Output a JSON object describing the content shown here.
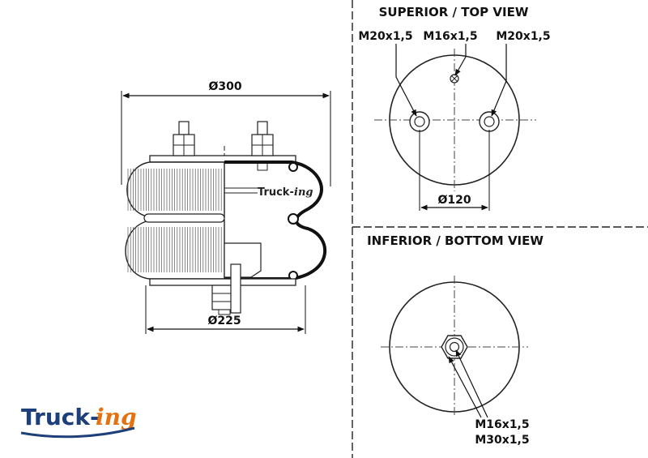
{
  "top_view": {
    "title": "SUPERIOR / TOP VIEW",
    "left_thread": "M20x1,5",
    "center_thread": "M16x1,5",
    "right_thread": "M20x1,5",
    "bolt_spacing": "Ø120"
  },
  "bottom_view": {
    "title": "INFERIOR / BOTTOM VIEW",
    "thread_1": "M16x1,5",
    "thread_2": "M30x1,5"
  },
  "side_view": {
    "top_diameter": "Ø300",
    "bottom_diameter": "Ø225",
    "inner_logo_a": "Truck-",
    "inner_logo_b": "ing"
  },
  "logo": {
    "text_a": "Truck-",
    "text_b": "ing",
    "colors": {
      "primary": "#1d3f7a",
      "accent": "#e4720f"
    }
  }
}
